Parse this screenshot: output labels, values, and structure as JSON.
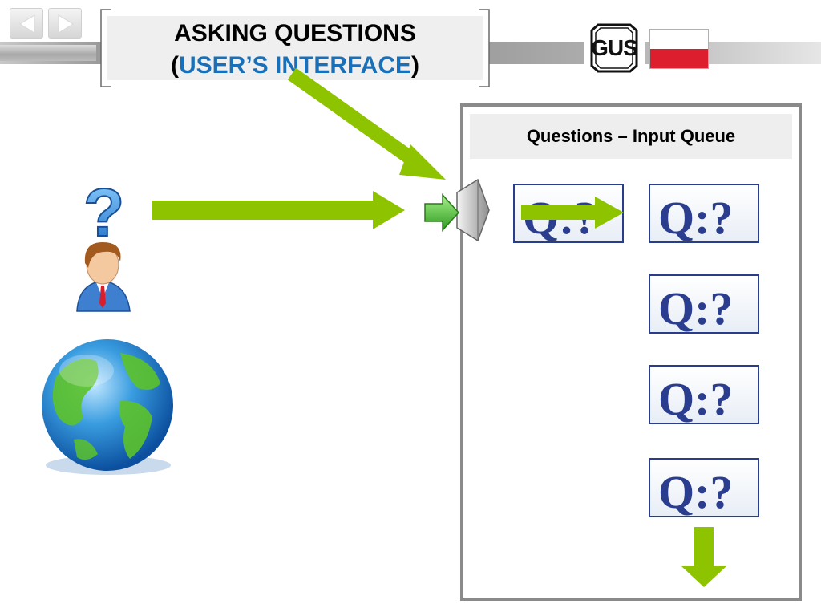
{
  "slide": {
    "title_line1": "ASKING QUESTIONS",
    "title_open": "(",
    "title_accent": "USER’S  INTERFACE",
    "title_close": ")",
    "accent_color": "#1a70b8"
  },
  "logo": {
    "text": "GUS",
    "flag_colors": [
      "#ffffff",
      "#dc1e2e"
    ]
  },
  "queue": {
    "title": "Questions – Input Queue",
    "card_label": "Q:?",
    "card_count": 5
  },
  "icons": {
    "nav_prev": "triangle-left-icon",
    "nav_next": "triangle-right-icon",
    "question_mark": "question-mark-icon",
    "user": "user-icon",
    "globe": "globe-icon",
    "input_door": "entry-door-icon",
    "arrows": "green-arrow-icon"
  },
  "colors": {
    "arrow_green": "#8ec300",
    "panel_border": "#8a8a8a",
    "card_border": "#2a3c8c"
  }
}
